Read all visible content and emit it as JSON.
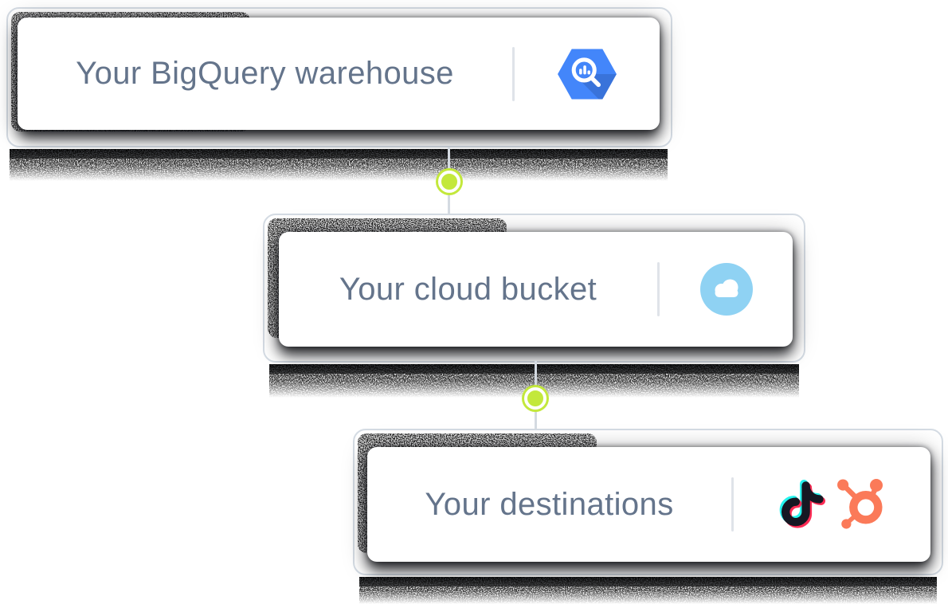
{
  "diagram": {
    "nodes": [
      {
        "label": "Your BigQuery warehouse",
        "icons": [
          "bigquery-icon"
        ]
      },
      {
        "label": "Your cloud bucket",
        "icons": [
          "cloud-bucket-icon"
        ]
      },
      {
        "label": "Your destinations",
        "icons": [
          "tiktok-icon",
          "hubspot-icon"
        ]
      }
    ],
    "connectors": [
      {
        "from": "Your BigQuery warehouse",
        "to": "Your cloud bucket"
      },
      {
        "from": "Your cloud bucket",
        "to": "Your destinations"
      }
    ],
    "colors": {
      "label_text": "#64748b",
      "card_background": "#ffffff",
      "frame_border": "#d5dce4",
      "divider": "#dfe3e9",
      "connector_line": "#d4dae1",
      "connector_dot_green": "#c3e83c",
      "bigquery_blue": "#4386fa",
      "cloud_blue": "#8fd2f3",
      "tiktok_black": "#161823",
      "tiktok_cyan": "#25f4ee",
      "tiktok_pink": "#fe2c55",
      "hubspot_orange": "#fb7a59"
    }
  }
}
